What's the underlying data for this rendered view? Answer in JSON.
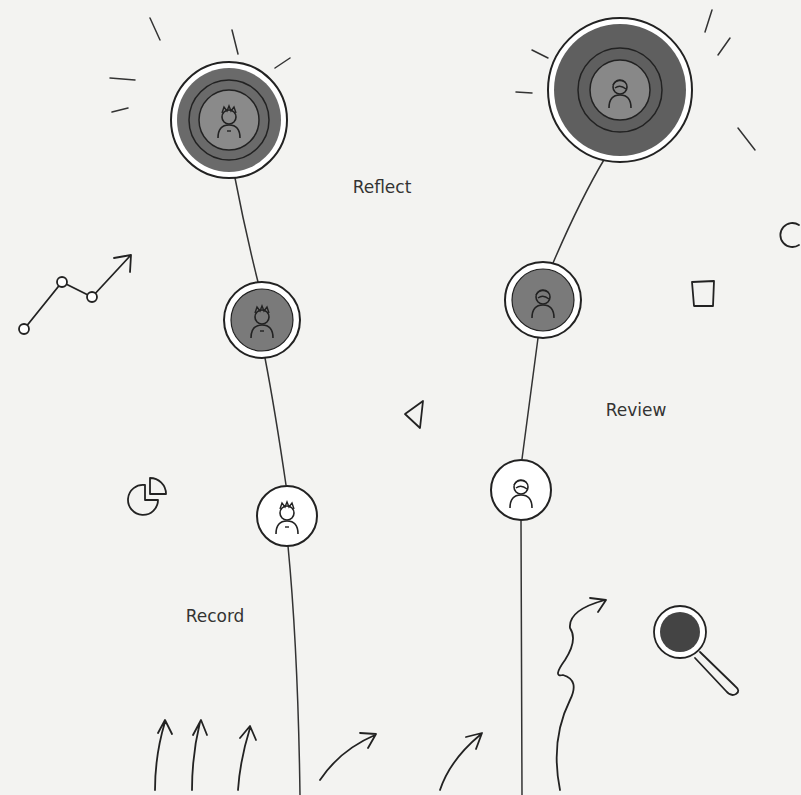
{
  "diagram": {
    "labels": [
      "Reflect",
      "Review",
      "Record"
    ]
  }
}
